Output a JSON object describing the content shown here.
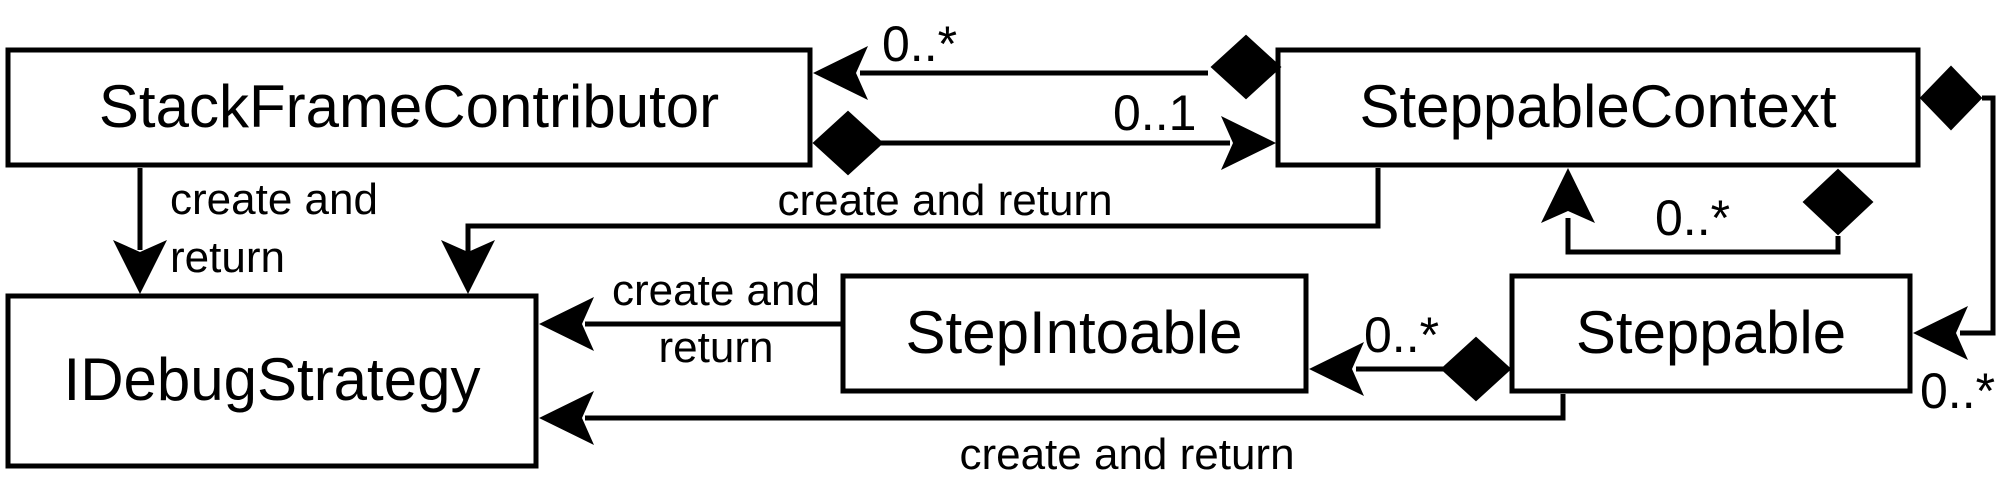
{
  "classes": {
    "stack_frame_contributor": "StackFrameContributor",
    "steppable_context": "SteppableContext",
    "idebug_strategy": "IDebugStrategy",
    "step_intoable": "StepIntoable",
    "steppable": "Steppable"
  },
  "multiplicities": {
    "context_to_contributor": "0..*",
    "contributor_to_context": "0..1",
    "steppable_to_context": "0..*",
    "steppable_to_stepintoable": "0..*",
    "context_to_steppable": "0..*"
  },
  "labels": {
    "contributor_create_line1": "create and",
    "contributor_create_line2": "return",
    "context_create": "create and return",
    "stepintoable_create_line1": "create and",
    "stepintoable_create_line2": "return",
    "steppable_create": "create and return"
  }
}
